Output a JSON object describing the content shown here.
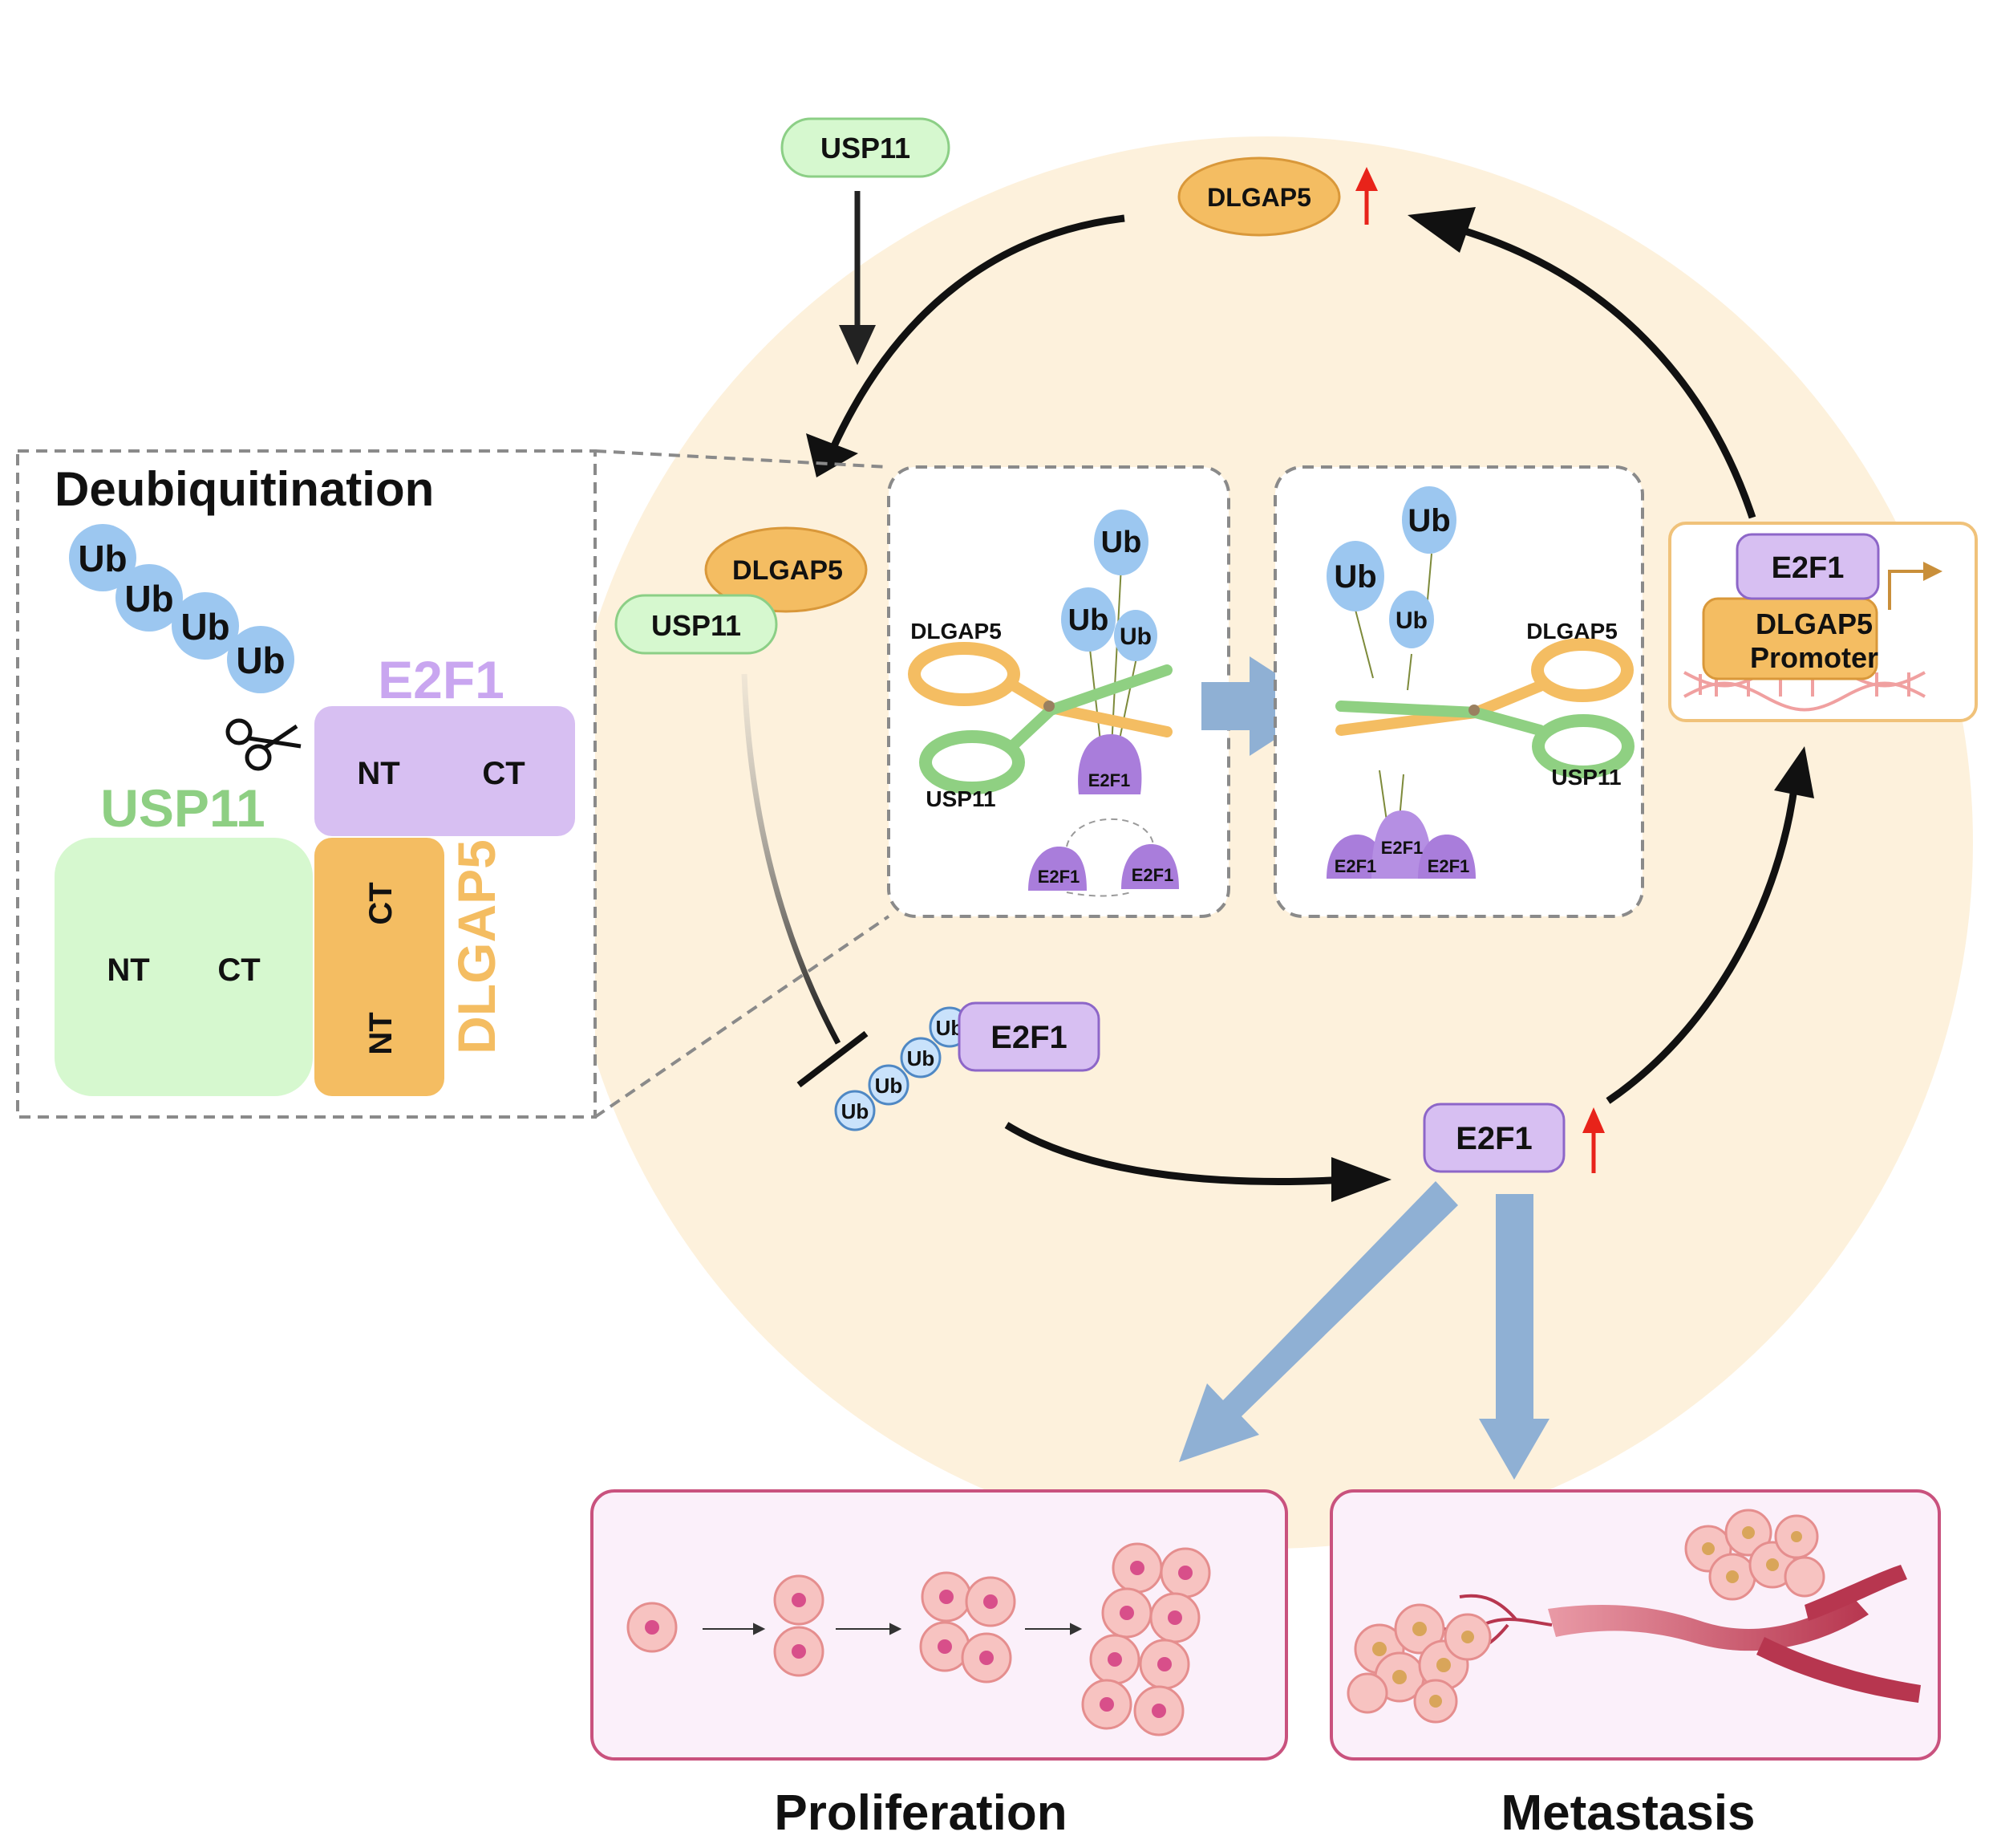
{
  "colors": {
    "background_circle": "#fdf1dc",
    "usp11_fill": "#d6f8cf",
    "usp11_stroke": "#8ccf86",
    "usp11_text": "#8ecf83",
    "dlgap5_fill": "#f4bd62",
    "dlgap5_stroke": "#d9983a",
    "e2f1_fill": "#d7bff2",
    "e2f1_stroke": "#8d66c8",
    "e2f1_text": "#c9a6f0",
    "ub_fill": "#9cc7f0",
    "ub_light_fill": "#c9e2fb",
    "up_arrow": "#e8231a",
    "block_arrow": "#8fb0d4",
    "panel_fill": "#fbf0fa",
    "panel_stroke": "#c9527e"
  },
  "top": {
    "usp11_label": "USP11",
    "dlgap5_label": "DLGAP5"
  },
  "left_panel": {
    "title": "Deubiquitination",
    "ub_chain": [
      "Ub",
      "Ub",
      "Ub",
      "Ub"
    ],
    "e2f1_title": "E2F1",
    "e2f1_nt": "NT",
    "e2f1_ct": "CT",
    "usp11_title": "USP11",
    "usp11_nt": "NT",
    "usp11_ct": "CT",
    "dlgap5_title": "DLGAP5",
    "dlgap5_ct": "CT",
    "dlgap5_nt": "NT",
    "scissors_icon": "scissors-icon"
  },
  "complex": {
    "dlgap5_label": "DLGAP5",
    "usp11_label": "USP11"
  },
  "box1": {
    "ub_labels": [
      "Ub",
      "Ub",
      "Ub"
    ],
    "dlgap5_label": "DLGAP5",
    "usp11_label": "USP11",
    "e2f1_label": "E2F1",
    "e2f1_degraded": [
      "E2F1",
      "E2F1"
    ]
  },
  "box2": {
    "ub_labels": [
      "Ub",
      "Ub",
      "Ub"
    ],
    "dlgap5_label": "DLGAP5",
    "usp11_label": "USP11",
    "e2f1_stable": [
      "E2F1",
      "E2F1",
      "E2F1"
    ]
  },
  "ubiquitinated": {
    "ub_labels": [
      "Ub",
      "Ub",
      "Ub",
      "Ub"
    ],
    "e2f1_label": "E2F1"
  },
  "e2f1_up": {
    "label": "E2F1"
  },
  "promoter": {
    "e2f1_label": "E2F1",
    "promoter_line1": "DLGAP5",
    "promoter_line2": "Promoter"
  },
  "outcomes": {
    "proliferation": "Proliferation",
    "metastasis": "Metastasis"
  }
}
